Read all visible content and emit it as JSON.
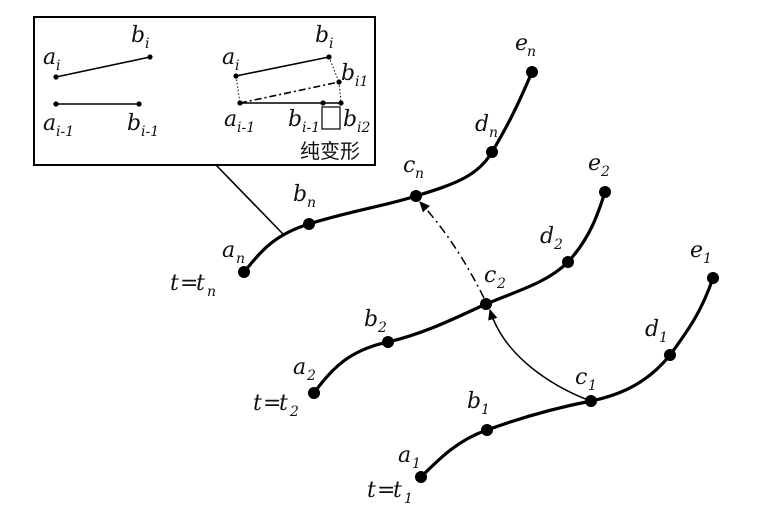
{
  "inset": {
    "caption": "纯变形",
    "left": {
      "a_top": "a",
      "a_top_sub": "i",
      "b_top": "b",
      "b_top_sub": "i",
      "a_bot": "a",
      "a_bot_sub": "i-1",
      "b_bot": "b",
      "b_bot_sub": "i-1"
    },
    "right": {
      "a_top": "a",
      "a_top_sub": "i",
      "b_top": "b",
      "b_top_sub": "i",
      "b_i1": "b",
      "b_i1_sub": "i1",
      "a_bot": "a",
      "a_bot_sub": "i-1",
      "b_bot": "b",
      "b_bot_sub": "i-1",
      "b_i2": "b",
      "b_i2_sub": "i2"
    }
  },
  "curves": {
    "n": {
      "time": "t",
      "eq": "=",
      "time_val": "t",
      "time_sub": "n",
      "a": "a",
      "b": "b",
      "c": "c",
      "d": "d",
      "e": "e",
      "sub": "n"
    },
    "two": {
      "time": "t",
      "eq": "=",
      "time_val": "t",
      "time_sub": "2",
      "a": "a",
      "b": "b",
      "c": "c",
      "d": "d",
      "e": "e",
      "sub": "2"
    },
    "one": {
      "time": "t",
      "eq": "=",
      "time_val": "t",
      "time_sub": "1",
      "a": "a",
      "b": "b",
      "c": "c",
      "d": "d",
      "e": "e",
      "sub": "1"
    }
  }
}
